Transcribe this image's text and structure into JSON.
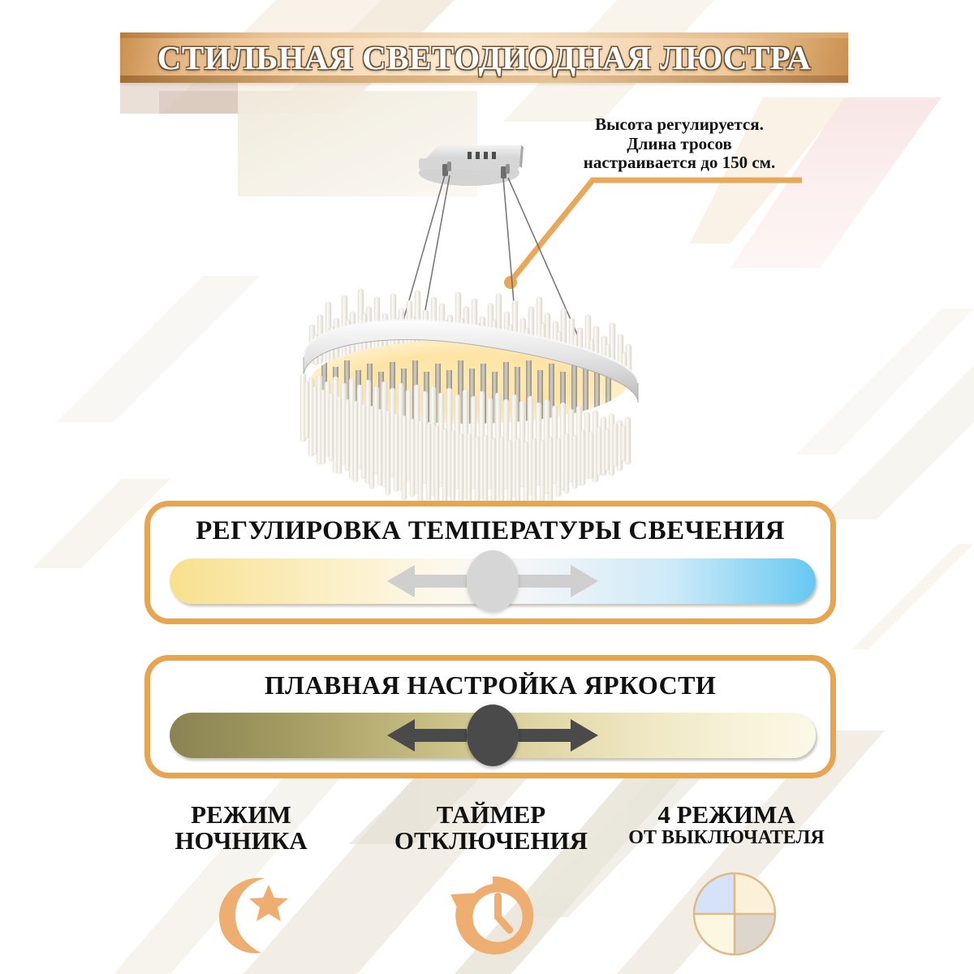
{
  "colors": {
    "accent_orange": "#E7A451",
    "banner_dark": "#C98F4E",
    "banner_light": "#FBE8D0",
    "icon_orange": "#EFAE71",
    "text_dark": "#111111",
    "knob_light": "#D6D6D6",
    "knob_dark": "#4A4A4A",
    "leader_line": "#E8A85A",
    "warm_end": "#F7E08E",
    "cool_end": "#66C8F2",
    "bright_dark_end": "#8A8352",
    "bright_light_end": "#FBF8E6"
  },
  "header": {
    "title": "СТИЛЬНАЯ СВЕТОДИОДНАЯ ЛЮСТРА"
  },
  "callout": {
    "icon": "leader-line-pointer",
    "lines": [
      "Высота регулируется.",
      "Длина тросов",
      "настраивается до 150 см."
    ],
    "line1": "Высота регулируется.",
    "line2": "Длина тросов",
    "line3": "настраивается до 150 см."
  },
  "product": {
    "name": "led-oval-crystal-chandelier",
    "mount_icon": "ceiling-mount-plate",
    "cable_count": 4
  },
  "panels": [
    {
      "id": "temperature",
      "title": "РЕГУЛИРОВКА ТЕМПЕРАТУРЫ СВЕЧЕНИЯ",
      "left_arrow_icon": "arrow-left-icon",
      "right_arrow_icon": "arrow-right-icon",
      "knob_icon": "slider-knob",
      "knob_position_percent": 50,
      "gradient_from": "warm white",
      "gradient_to": "cool blue"
    },
    {
      "id": "brightness",
      "title": "ПЛАВНАЯ НАСТРОЙКА ЯРКОСТИ",
      "left_arrow_icon": "arrow-left-icon",
      "right_arrow_icon": "arrow-right-icon",
      "knob_icon": "slider-knob",
      "knob_position_percent": 50,
      "gradient_from": "dim olive",
      "gradient_to": "bright cream"
    }
  ],
  "features": [
    {
      "id": "night-mode",
      "line1": "РЕЖИМ",
      "line2": "НОЧНИКА",
      "icon": "moon-star-icon"
    },
    {
      "id": "shutdown-timer",
      "line1": "ТАЙМЕР",
      "line2": "ОТКЛЮЧЕНИЯ",
      "icon": "clock-restore-icon"
    },
    {
      "id": "four-modes",
      "line1": "4 РЕЖИМА",
      "line2": "ОТ ВЫКЛЮЧАТЕЛЯ",
      "icon": "four-quadrant-circle-icon"
    }
  ]
}
